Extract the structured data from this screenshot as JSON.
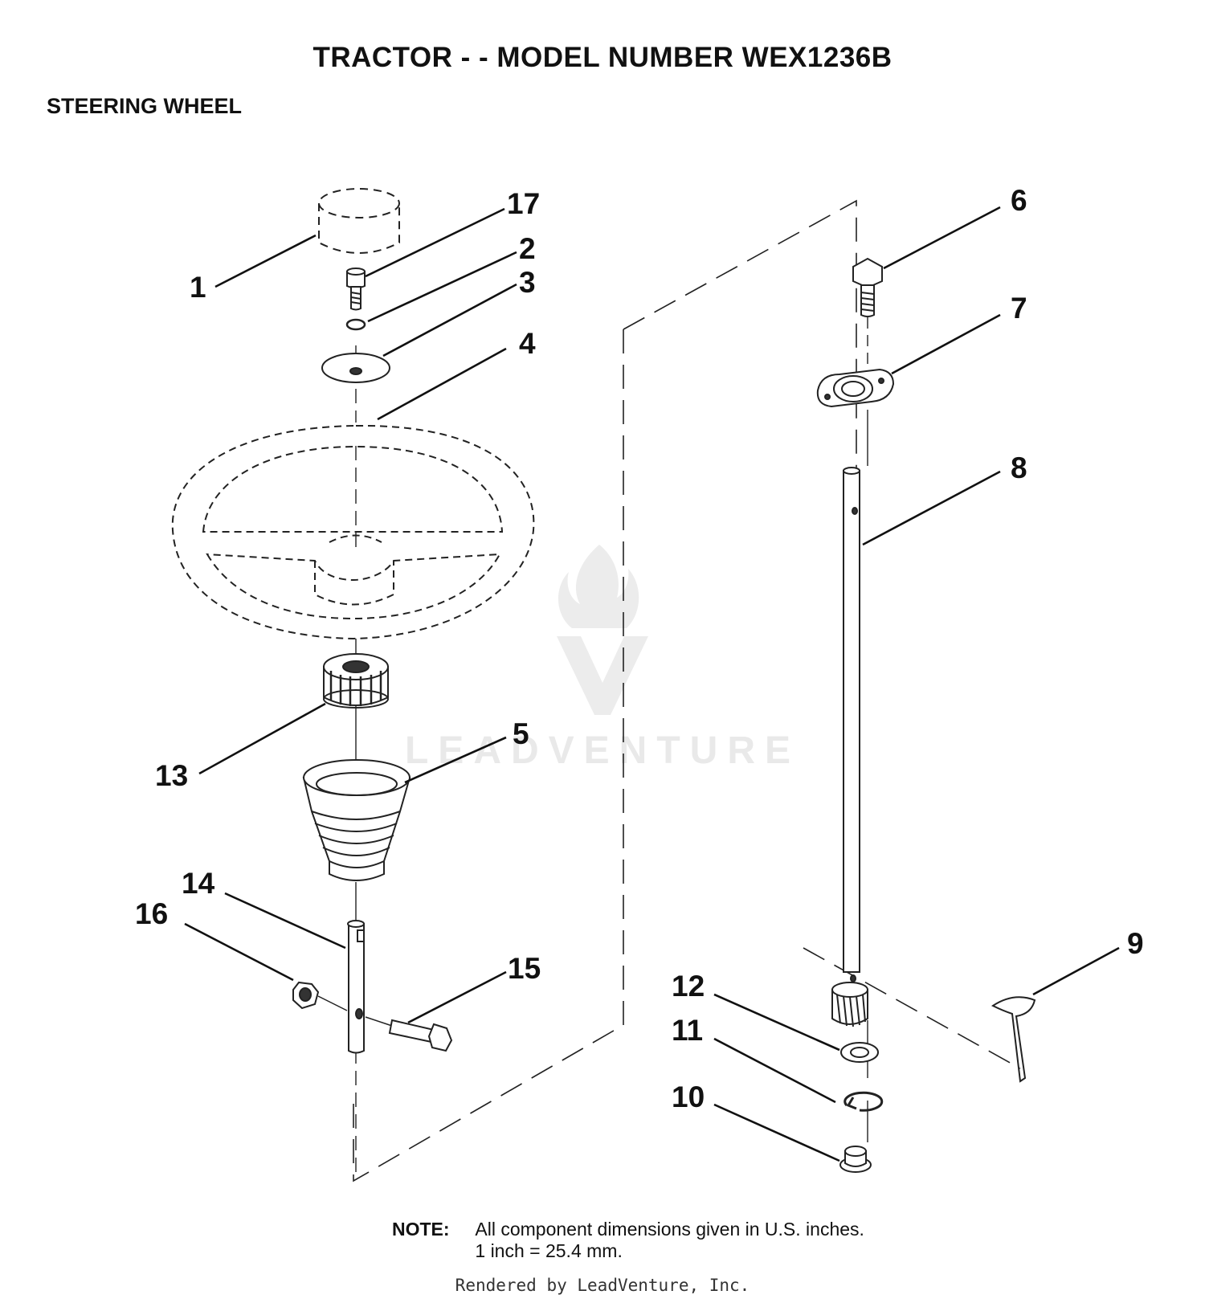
{
  "title": "TRACTOR - - MODEL NUMBER WEX1236B",
  "subtitle": "STEERING WHEEL",
  "callouts": [
    "1",
    "17",
    "2",
    "3",
    "4",
    "13",
    "5",
    "14",
    "16",
    "15",
    "6",
    "7",
    "8",
    "9",
    "12",
    "11",
    "10"
  ],
  "watermark": {
    "brand": "LEADVENTURE",
    "logo_icon": "flame-v-logo-icon"
  },
  "note": {
    "label": "NOTE:",
    "line1": "All component dimensions given in U.S. inches.",
    "line2": "1 inch = 25.4 mm."
  },
  "footer": "Rendered by LeadVenture, Inc."
}
